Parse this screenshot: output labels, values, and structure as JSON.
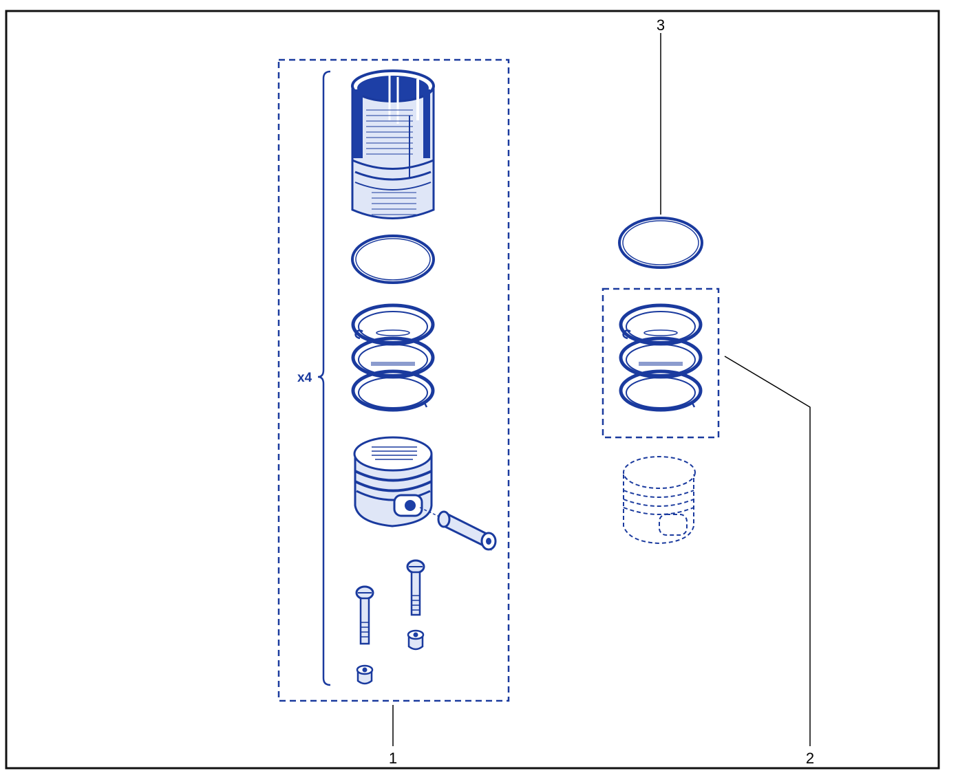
{
  "colors": {
    "line": "#1a3a9e",
    "fill_dark": "#1d3fa6",
    "fill_light": "#dfe6f7",
    "border": "#111111",
    "leader": "#000000"
  },
  "callouts": {
    "item1": "1",
    "item2": "2",
    "item3": "3"
  },
  "quantity_label": "x4",
  "icons": {
    "cylinder_liner": "cylinder-liner-icon",
    "o_ring": "o-ring-icon",
    "piston_rings": "piston-rings-icon",
    "piston": "piston-icon",
    "gudgeon_pin": "gudgeon-pin-icon",
    "bolt": "bolt-icon",
    "nut": "nut-icon"
  }
}
